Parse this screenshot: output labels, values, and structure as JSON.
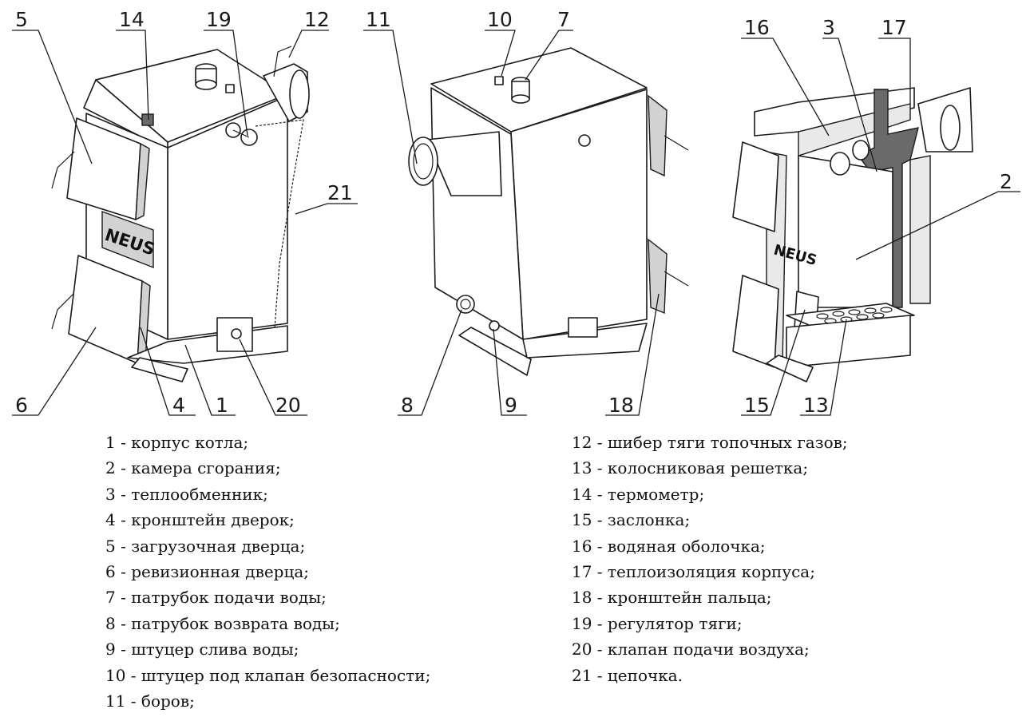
{
  "figure": {
    "callouts": [
      "5",
      "14",
      "19",
      "12",
      "11",
      "10",
      "7",
      "16",
      "3",
      "17",
      "21",
      "2",
      "6",
      "4",
      "1",
      "20",
      "8",
      "9",
      "18",
      "15",
      "13"
    ],
    "brand_text": "NEUS"
  },
  "legend": {
    "left": [
      "1 - корпус котла;",
      "2 - камера сгорания;",
      "3 - теплообменник;",
      "4 - кронштейн дверок;",
      "5 - загрузочная дверца;",
      "6 - ревизионная дверца;",
      "7 - патрубок подачи воды;",
      "8 - патрубок возврата воды;",
      "9 - штуцер слива воды;",
      "10 - штуцер под клапан безопасности;",
      "11 - боров;"
    ],
    "right": [
      "12 - шибер тяги топочных газов;",
      "13 - колосниковая решетка;",
      "14 - термометр;",
      "15 - заслонка;",
      "16 - водяная оболочка;",
      "17 - теплоизоляция корпуса;",
      "18 - кронштейн пальца;",
      "19 - регулятор тяги;",
      "20 - клапан подачи воздуха;",
      "21 - цепочка."
    ]
  }
}
